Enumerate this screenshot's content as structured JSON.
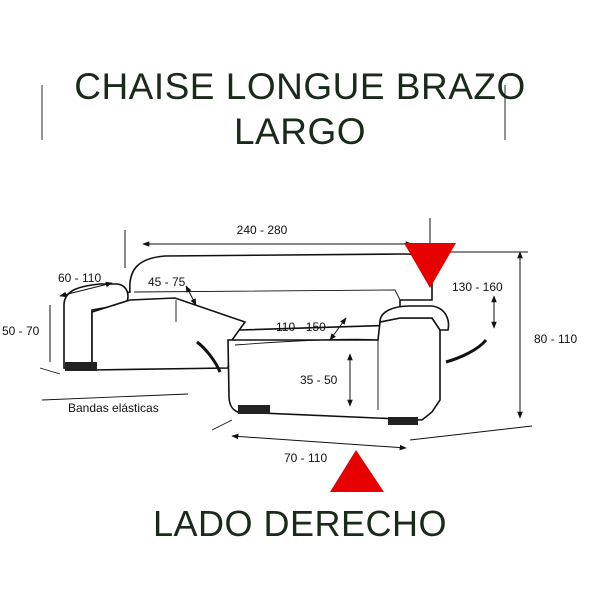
{
  "title": {
    "line1": "CHAISE LONGUE BRAZO",
    "line2": "LARGO"
  },
  "side_label": "LADO DERECHO",
  "colors": {
    "marker": "#e60000",
    "title_text": "#1a2a1a"
  },
  "dimensions": {
    "total_width": "240 - 280",
    "arm_width": "60 - 110",
    "seat_back": "45 - 75",
    "arm_height": "50 - 70",
    "seat_depth": "110 - 150",
    "chaise_arm": "130 - 160",
    "total_height": "80 - 110",
    "seat_height": "35 - 50",
    "chaise_width": "70 - 110"
  },
  "labels": {
    "elastic_bands": "Bandas elásticas"
  }
}
